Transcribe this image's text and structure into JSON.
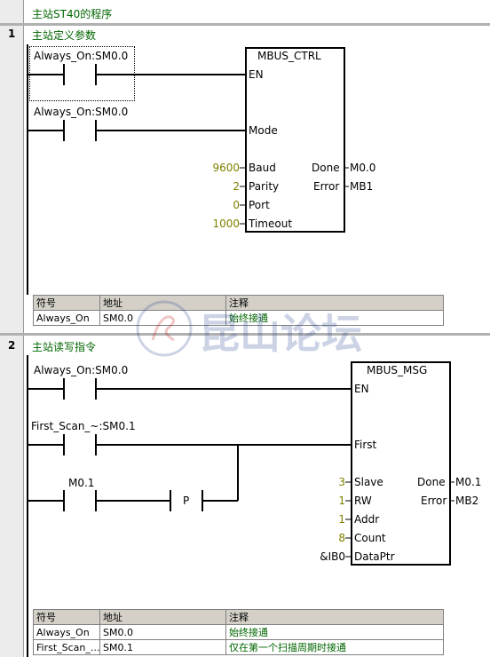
{
  "program_title": "主站ST40的程序",
  "network1": {
    "number": "1",
    "title": "主站定义参数",
    "contact1": "Always_On:SM0.0",
    "contact2": "Always_On:SM0.0",
    "block": {
      "name": "MBUS_CTRL",
      "en": "EN",
      "mode": "Mode",
      "baud_label": "Baud",
      "parity_label": "Parity",
      "port_label": "Port",
      "timeout_label": "Timeout",
      "done_label": "Done",
      "error_label": "Error"
    },
    "inputs": {
      "baud": "9600",
      "parity": "2",
      "port": "0",
      "timeout": "1000"
    },
    "outputs": {
      "done": "M0.0",
      "error": "MB1"
    },
    "symbols": {
      "headers": [
        "符号",
        "地址",
        "注释"
      ],
      "rows": [
        {
          "symbol": "Always_On",
          "address": "SM0.0",
          "comment": "始终接通"
        }
      ]
    }
  },
  "network2": {
    "number": "2",
    "title": "主站读写指令",
    "contact1": "Always_On:SM0.0",
    "contact2": "First_Scan_~:SM0.1",
    "contact3": "M0.1",
    "pulse": "P",
    "block": {
      "name": "MBUS_MSG",
      "en": "EN",
      "first": "First",
      "slave_label": "Slave",
      "rw_label": "RW",
      "addr_label": "Addr",
      "count_label": "Count",
      "dataptr_label": "DataPtr",
      "done_label": "Done",
      "error_label": "Error"
    },
    "inputs": {
      "slave": "3",
      "rw": "1",
      "addr": "1",
      "count": "8",
      "dataptr": "&IB0"
    },
    "outputs": {
      "done": "M0.1",
      "error": "MB2"
    },
    "symbols": {
      "headers": [
        "符号",
        "地址",
        "注释"
      ],
      "rows": [
        {
          "symbol": "Always_On",
          "address": "SM0.0",
          "comment": "始终接通"
        },
        {
          "symbol": "First_Scan_...",
          "address": "SM0.1",
          "comment": "仅在第一个扫描周期时接通"
        }
      ]
    }
  },
  "watermark": {
    "text": "昆山论坛"
  },
  "colors": {
    "title": "#006600",
    "constant": "#808000",
    "wire": "#000000"
  }
}
